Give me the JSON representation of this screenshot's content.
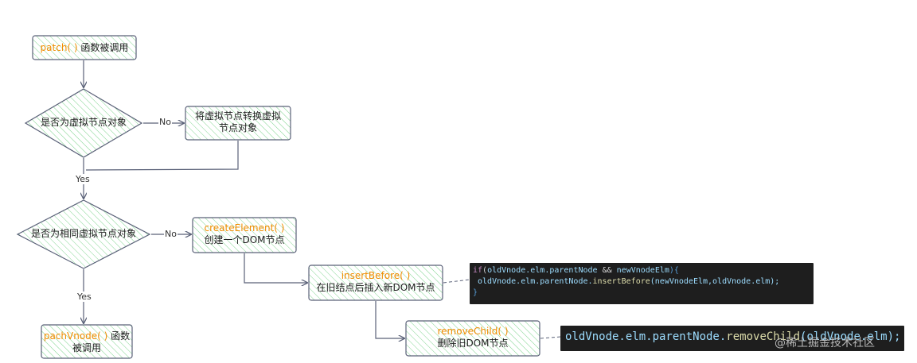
{
  "nodes": {
    "patch": {
      "fn": "patch( )",
      "text": " 函数被调用"
    },
    "is_vnode": {
      "text": "是否为虚拟节点对象"
    },
    "convert": {
      "line1": "将虚拟节点转换虚拟",
      "line2": "节点对象"
    },
    "is_same": {
      "text": "是否为相同虚拟节点对象"
    },
    "create_element": {
      "fn": "createElement( )",
      "text": "创建一个DOM节点"
    },
    "insert_before": {
      "fn": "insertBefore( )",
      "text": "在旧结点后插入新DOM节点"
    },
    "patch_vnode": {
      "fn": "pachVnode( )",
      "text1": " 函数",
      "text2": "被调用"
    },
    "remove_child": {
      "fn": "removeChild( )",
      "text": "删除旧DOM节点"
    }
  },
  "edges": {
    "no1": "No",
    "yes1": "Yes",
    "no2": "No",
    "yes2": "Yes"
  },
  "code1": {
    "l1_kw": "if",
    "l1_a": "(",
    "l1_b": "oldVnode.elm.parentNode",
    "l1_c": " && ",
    "l1_d": "newVnodeElm",
    "l1_e": "){",
    "l2_a": " oldVnode.elm.parentNode.",
    "l2_fn": "insertBefore",
    "l2_b": "(newVnodeElm,oldVnode.elm);",
    "l3": "}"
  },
  "code2": {
    "a": "oldVnode.elm.parentNode.",
    "fn": "removeChild",
    "b": "(oldVnode.elm);"
  },
  "watermark": "@稀土掘金技术社区",
  "colors": {
    "stroke": "#5a6178",
    "hatch": "#40c057",
    "fn": "#f08c00",
    "code_bg": "#1e1e1e"
  }
}
